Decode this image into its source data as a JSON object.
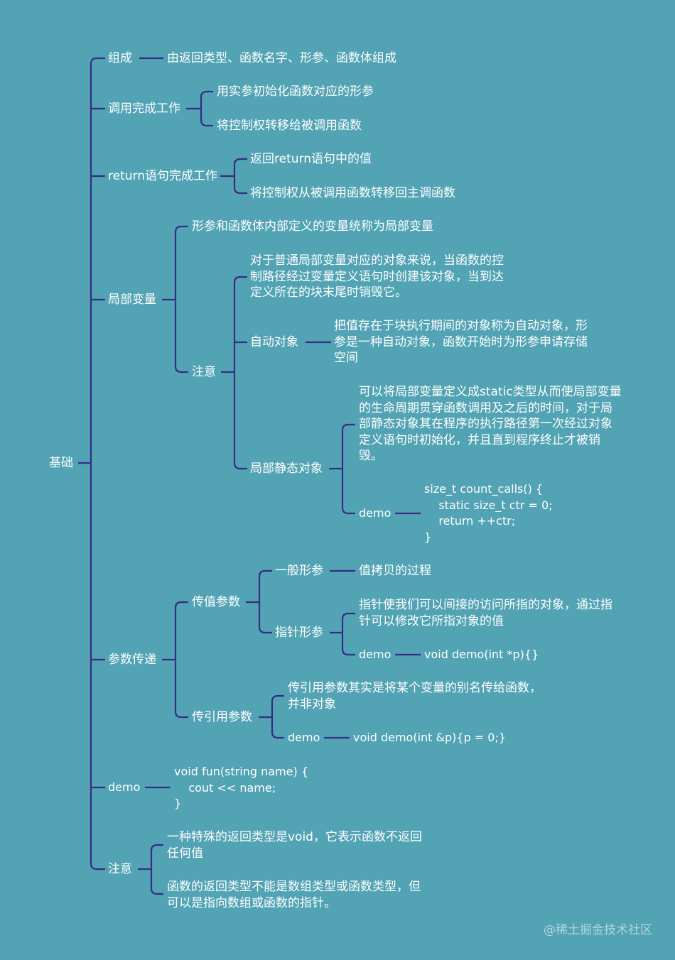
{
  "mindmap": {
    "root": "基础",
    "line_color": "#3a2b85",
    "background": "#52a3b4",
    "zucheng": {
      "label": "组成",
      "value": "由返回类型、函数名字、形参、函数体组成"
    },
    "diaoyong": {
      "label": "调用完成工作",
      "items": [
        "用实参初始化函数对应的形参",
        "将控制权转移给被调用函数"
      ]
    },
    "return_stmt": {
      "label": "return语句完成工作",
      "items": [
        "返回return语句中的值",
        "将控制权从被调用函数转移回主调函数"
      ]
    },
    "jubu": {
      "label": "局部变量",
      "def": "形参和函数体内部定义的变量统称为局部变量",
      "zhuyi": {
        "label": "注意",
        "desc": "对于普通局部变量对应的对象来说，当函数的控\n制路径经过变量定义语句时创建该对象，当到达\n定义所在的块末尾时销毁它。",
        "zidong_label": "自动对象",
        "zidong_desc": "把值存在于块执行期间的对象称为自动对象，形\n参是一种自动对象，函数开始时为形参申请存储\n空间",
        "jingtai_label": "局部静态对象",
        "jingtai_desc": "可以将局部变量定义成static类型从而使局部变量\n的生命周期贯穿函数调用及之后的时间，对于局\n部静态对象其在程序的执行路径第一次经过对象\n定义语句时初始化，并且直到程序终止才被销\n毁。",
        "demo_label": "demo",
        "demo_code": "size_t count_calls() {\n    static size_t ctr = 0;\n    return ++ctr;\n}"
      }
    },
    "canshu": {
      "label": "参数传递",
      "chuanzhi": {
        "label": "传值参数",
        "yiban_label": "一般形参",
        "yiban_value": "值拷贝的过程",
        "zhizhen_label": "指针形参",
        "zhizhen_desc": "指针使我们可以间接的访问所指的对象，通过指\n针可以修改它所指对象的值",
        "demo_label": "demo",
        "demo_code": "void demo(int *p){}"
      },
      "chuanyinyong": {
        "label": "传引用参数",
        "desc": "传引用参数其实是将某个变量的别名传给函数，\n并非对象",
        "demo_label": "demo",
        "demo_code": "void demo(int &p){p = 0;}"
      }
    },
    "demo": {
      "label": "demo",
      "code": "void fun(string name) {\n    cout << name;\n}"
    },
    "zhuyi2": {
      "label": "注意",
      "items": [
        "一种特殊的返回类型是void，它表示函数不返回\n任何值",
        "函数的返回类型不能是数组类型或函数类型，但\n可以是指向数组或函数的指针。"
      ]
    }
  },
  "watermark": "@稀土掘金技术社区"
}
